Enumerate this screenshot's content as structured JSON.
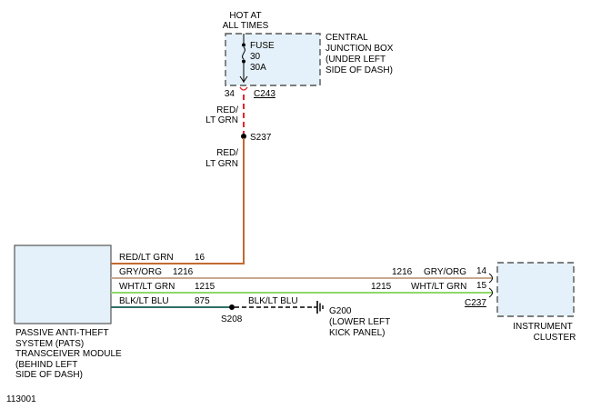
{
  "figure_id": "113001",
  "power": {
    "line1": "HOT AT",
    "line2": "ALL TIMES"
  },
  "cjb": {
    "line1": "CENTRAL",
    "line2": "JUNCTION BOX",
    "line3": "(UNDER LEFT",
    "line4": "SIDE OF DASH)",
    "fuse_label": "FUSE",
    "fuse_number": "30",
    "fuse_rating": "30A",
    "pin": "34",
    "connector": "C243"
  },
  "vertical_wire": {
    "upper_color_1": "RED/",
    "upper_color_2": "LT GRN",
    "splice": "S237",
    "lower_color_1": "RED/",
    "lower_color_2": "LT GRN"
  },
  "pats": {
    "line1": "PASSIVE ANTI-THEFT",
    "line2": "SYSTEM (PATS)",
    "line3": "TRANSCEIVER MODULE",
    "line4": "(BEHIND LEFT",
    "line5": "SIDE OF DASH)"
  },
  "wires": [
    {
      "color_left": "RED/LT GRN",
      "circuit_left": "16",
      "hex": "#c26a33"
    },
    {
      "color_left": "GRY/ORG",
      "circuit_left": "1216",
      "circuit_right": "1216",
      "color_right": "GRY/ORG",
      "pin": "14",
      "hex": "#c8a98c"
    },
    {
      "color_left": "WHT/LT GRN",
      "circuit_left": "1215",
      "circuit_right": "1215",
      "color_right": "WHT/LT GRN",
      "pin": "15",
      "hex": "#8ed86b"
    },
    {
      "color_left": "BLK/LT BLU",
      "circuit_left": "875",
      "color_right": "BLK/LT BLU",
      "splice": "S208",
      "hex": "#2f6f66"
    }
  ],
  "ground": {
    "id": "G200",
    "line2": "(LOWER LEFT",
    "line3": "KICK PANEL)"
  },
  "cluster": {
    "connector": "C237",
    "line1": "INSTRUMENT",
    "line2": "CLUSTER"
  },
  "colors": {
    "box_fill": "#e4f1fa",
    "outline": "#555555",
    "fuse_tap": "#e0262e",
    "wire_red_lt_grn": "#c26a33",
    "wire_gry_org": "#c8a98c",
    "wire_wht_lt_grn": "#8ed86b",
    "wire_blk_lt_blu": "#2f6f66"
  }
}
